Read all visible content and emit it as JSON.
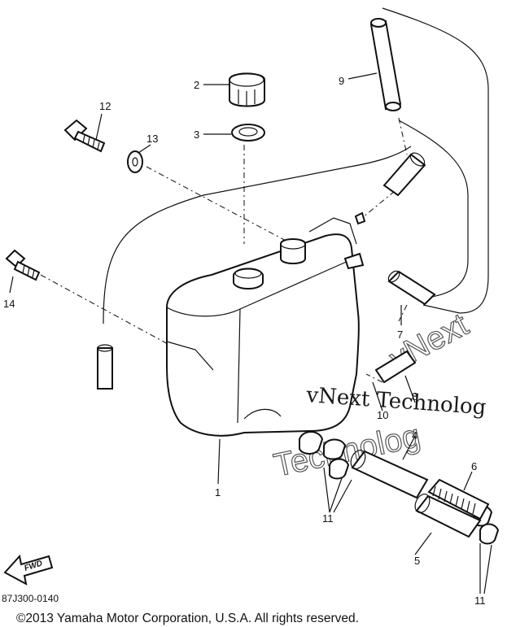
{
  "callouts": {
    "c1": "1",
    "c2": "2",
    "c3": "3",
    "c4": "4",
    "c5": "5",
    "c6": "6",
    "c7": "7",
    "c8": "8",
    "c9": "9",
    "c10": "10",
    "c11a": "11",
    "c11b": "11",
    "c12": "12",
    "c13": "13",
    "c14": "14"
  },
  "fwd_label": "FWD",
  "diagram_code": "87J300-0140",
  "watermark": {
    "line1": "vNext Technolog",
    "line2": "vNext",
    "line3": "Technolog"
  },
  "copyright": "©2013 Yamaha Motor Corporation, U.S.A. All rights reserved."
}
